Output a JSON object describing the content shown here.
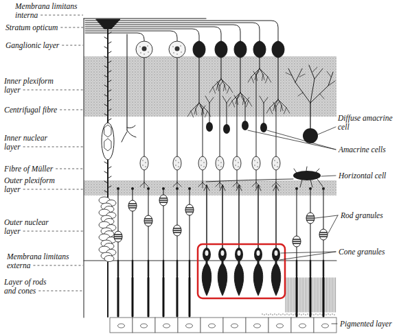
{
  "diagram": {
    "labels": [
      "Membrana limitans interna",
      "Stratum opticum",
      "Ganglionic layer",
      "Inner plexiform layer",
      "Centrifugal fibre",
      "Inner nuclear layer",
      "Fibre of Müller",
      "Outer plexiform layer",
      "Outer nuclear layer",
      "Membrana limitans externa",
      "Layer of rods and cones",
      "Diffuse amacrine cell",
      "Amacrine cells",
      "Horizontal cell",
      "Rod granules",
      "Cone granules",
      "Pigmented layer"
    ]
  }
}
